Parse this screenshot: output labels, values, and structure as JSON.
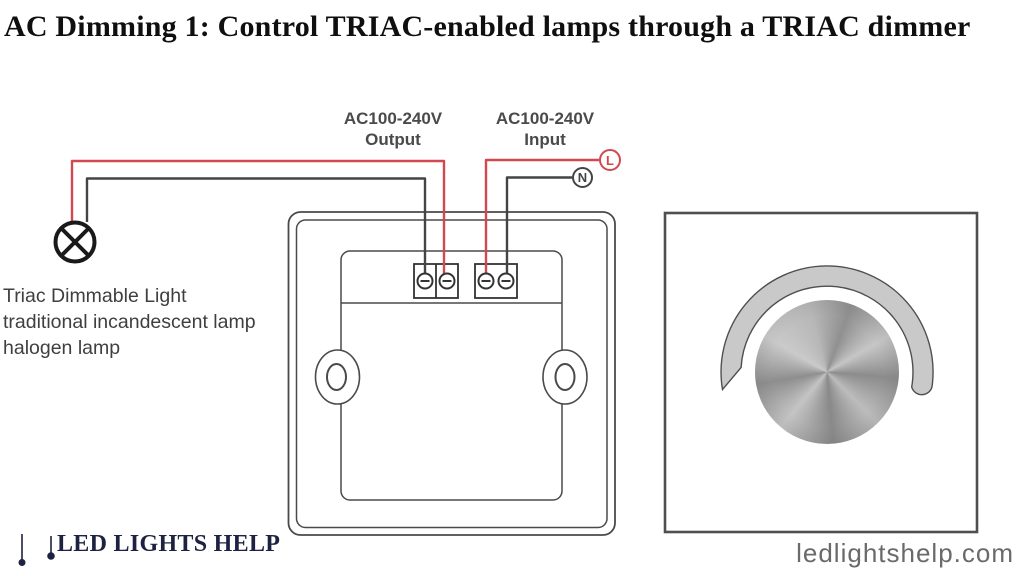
{
  "title": "AC Dimming 1: Control TRIAC-enabled lamps through a TRIAC dimmer",
  "diagram": {
    "output_label": {
      "line1": "AC100-240V",
      "line2": "Output"
    },
    "input_label": {
      "line1": "AC100-240V",
      "line2": "Input"
    },
    "live_terminal": "L",
    "neutral_terminal": "N",
    "lamp_caption": {
      "line1": "Triac Dimmable Light",
      "line2": "traditional incandescent lamp",
      "line3": "halogen lamp"
    }
  },
  "footer": {
    "brand": "LED LIGHTS HELP",
    "website": "ledlightshelp.com"
  },
  "colors": {
    "live_wire": "#d2484f",
    "neutral_wire": "#444444",
    "line_gray": "#4a4a4a",
    "brand_navy": "#1c2240",
    "website_gray": "#6a6a6a",
    "arc_fill": "#c9c9c9"
  }
}
